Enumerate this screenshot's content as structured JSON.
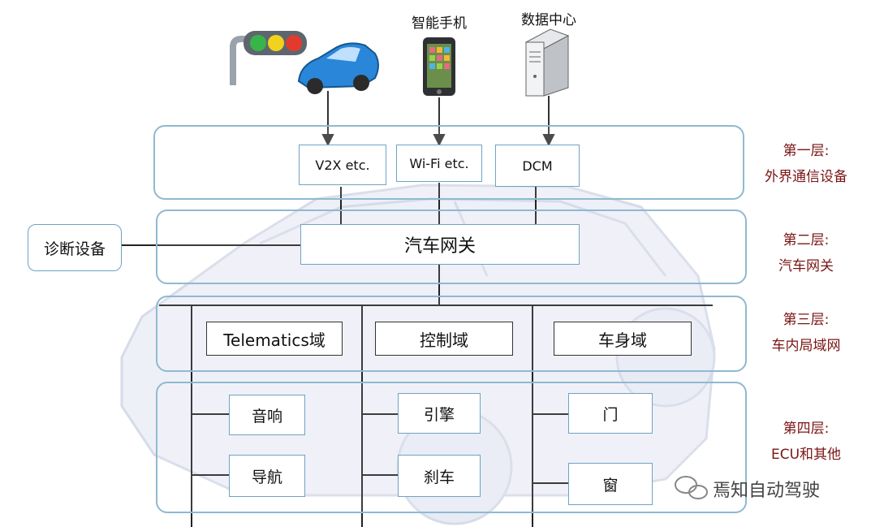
{
  "top_devices": {
    "phone": "智能手机",
    "datacenter": "数据中心"
  },
  "layer1": {
    "boxes": [
      "V2X etc.",
      "Wi-Fi etc.",
      "DCM"
    ]
  },
  "layer2": {
    "gateway": "汽车网关",
    "diagnostics": "诊断设备"
  },
  "layer3": {
    "domains": [
      "Telematics域",
      "控制域",
      "车身域"
    ]
  },
  "layer4": {
    "ecus": [
      "音响",
      "导航",
      "引擎",
      "刹车",
      "门",
      "窗"
    ]
  },
  "side_labels": [
    {
      "line1": "第一层:",
      "line2": "外界通信设备"
    },
    {
      "line1": "第二层:",
      "line2": "汽车网关"
    },
    {
      "line1": "第三层:",
      "line2": "车内局域网"
    },
    {
      "line1": "第四层:",
      "line2": "ECU和其他"
    }
  ],
  "watermark": "焉知自动驾驶",
  "colors": {
    "band_border": "#8fb9d1",
    "side_label": "#7a1515",
    "car_red": "#e23b2e",
    "car_blue": "#2a86d8"
  }
}
